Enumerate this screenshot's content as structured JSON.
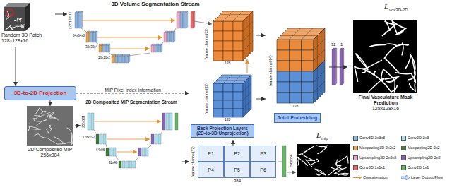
{
  "diagram": {
    "nodes": [
      {
        "text": [
          "Random 3D Patch",
          "128x128x16"
        ]
      },
      {
        "text": [
          "3D Volume Segmentation Stream"
        ]
      },
      {
        "text": [
          "3D-to-2D Projection"
        ]
      },
      {
        "text": [
          "2D Composited MIP",
          "256x384"
        ]
      },
      {
        "text": [
          "2D Composited MIP Segmentation Stream"
        ]
      },
      {
        "text": [
          "P1",
          "P2",
          "P3",
          "P4",
          "P5",
          "P6"
        ]
      },
      {
        "text": [
          "Back Projection Layers (2D-to-3D Unprojection)"
        ]
      },
      {
        "text": [
          "Joint Embedding"
        ]
      },
      {
        "text": [
          "Final Vasculature Mask Prediction",
          "128x128x16"
        ]
      }
    ],
    "edges": [
      {
        "from": 0,
        "to": 1,
        "arrow": "to"
      },
      {
        "from": 0,
        "to": 2,
        "arrow": "to"
      },
      {
        "from": 2,
        "to": 3,
        "arrow": "to"
      },
      {
        "from": 3,
        "to": 4,
        "arrow": "to"
      },
      {
        "from": 2,
        "to": 6,
        "label": "MIP Pixel Index Information",
        "arrow": "to"
      },
      {
        "from": 4,
        "to": 5,
        "arrow": "to"
      },
      {
        "from": 5,
        "to": 6,
        "arrow": "to"
      },
      {
        "from": 1,
        "to": 7,
        "arrow": "to"
      },
      {
        "from": 6,
        "to": 7,
        "arrow": "to"
      },
      {
        "from": 7,
        "to": 8,
        "arrow": "to"
      }
    ],
    "labels": [
      "feature channel(32)",
      "128",
      "feature channel(32)",
      "128",
      "feature channel(32)",
      "384",
      "feature channel(64)",
      "128",
      "32",
      "1",
      "L",
      "vox3D-2D",
      "L",
      "mip",
      "256x384",
      "128x128x16",
      "64x64x8",
      "32x32x4",
      "16x16x2",
      "256x384",
      "128x192",
      "64x96",
      "32x48"
    ],
    "legend": [
      {
        "text": "Conv3D 3x3x3",
        "color": "#8cb4e2"
      },
      {
        "text": "Maxpooling3D 2x2x2",
        "color": "#e8a44a"
      },
      {
        "text": "Upsampling3D 2x2x2",
        "color": "#f2a7c8"
      },
      {
        "text": "Conv3D 1x1x1",
        "color": "#e8666a"
      },
      {
        "text": "Concatenation"
      },
      {
        "text": "Conv2D 3x3",
        "color": "#a6e0ef"
      },
      {
        "text": "Maxpooling2D 2x2",
        "color": "#3f7a3a"
      },
      {
        "text": "Upsampling2D 2x2",
        "color": "#8a63b5"
      },
      {
        "text": "Conv2D 1x1",
        "color": "#62b865"
      },
      {
        "text": "Layer Output Flow"
      }
    ]
  }
}
